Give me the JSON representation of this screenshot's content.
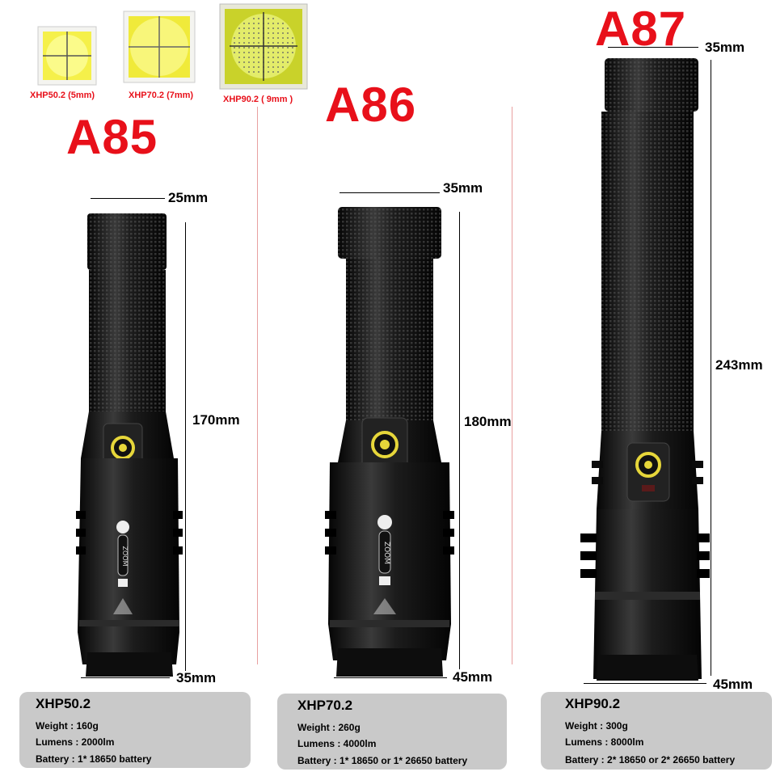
{
  "colors": {
    "accent": "#e8101a",
    "card": "#c9c9c9",
    "body": "#151515",
    "chip": "#f2f53a"
  },
  "leds": [
    {
      "caption": "XHP50.2 (5mm)"
    },
    {
      "caption": "XHP70.2 (7mm)"
    },
    {
      "caption": "XHP90.2 ( 9mm )"
    }
  ],
  "models": [
    {
      "name": "A85",
      "head_width": "25mm",
      "length": "170mm",
      "tail_width": "35mm",
      "led": "XHP50.2",
      "weight": "Weight : 160g",
      "lumens": "Lumens : 2000lm",
      "battery": "Battery : 1* 18650 battery"
    },
    {
      "name": "A86",
      "head_width": "35mm",
      "length": "180mm",
      "tail_width": "45mm",
      "led": "XHP70.2",
      "weight": "Weight : 260g",
      "lumens": "Lumens : 4000lm",
      "battery": "Battery : 1* 18650 or 1* 26650 battery"
    },
    {
      "name": "A87",
      "head_width": "35mm",
      "length": "243mm",
      "tail_width": "45mm",
      "led": "XHP90.2",
      "weight": "Weight : 300g",
      "lumens": "Lumens : 8000lm",
      "battery": "Battery : 2* 18650 or 2* 26650 battery"
    }
  ],
  "zoom_ring_text": "ZOOM"
}
